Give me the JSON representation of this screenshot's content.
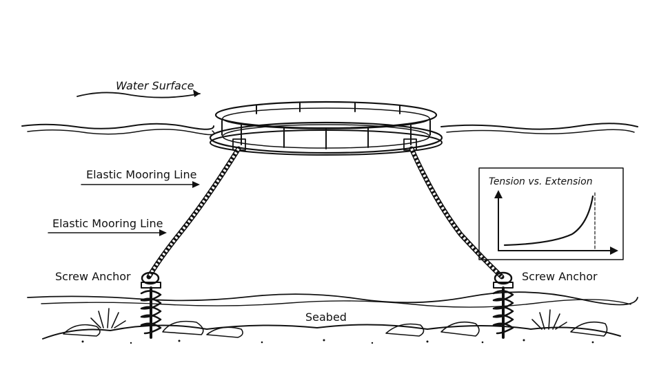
{
  "labels": {
    "water_surface": "Water Surface",
    "mooring_upper": "Elastic Mooring Line",
    "mooring_lower": "Elastic Mooring Line",
    "anchor_left": "Screw Anchor",
    "anchor_right": "Screw Anchor",
    "seabed": "Seabed"
  },
  "inset": {
    "title": "Tension vs. Extension"
  },
  "colors": {
    "ink": "#111111",
    "background": "#ffffff",
    "water": "#ffffff"
  }
}
